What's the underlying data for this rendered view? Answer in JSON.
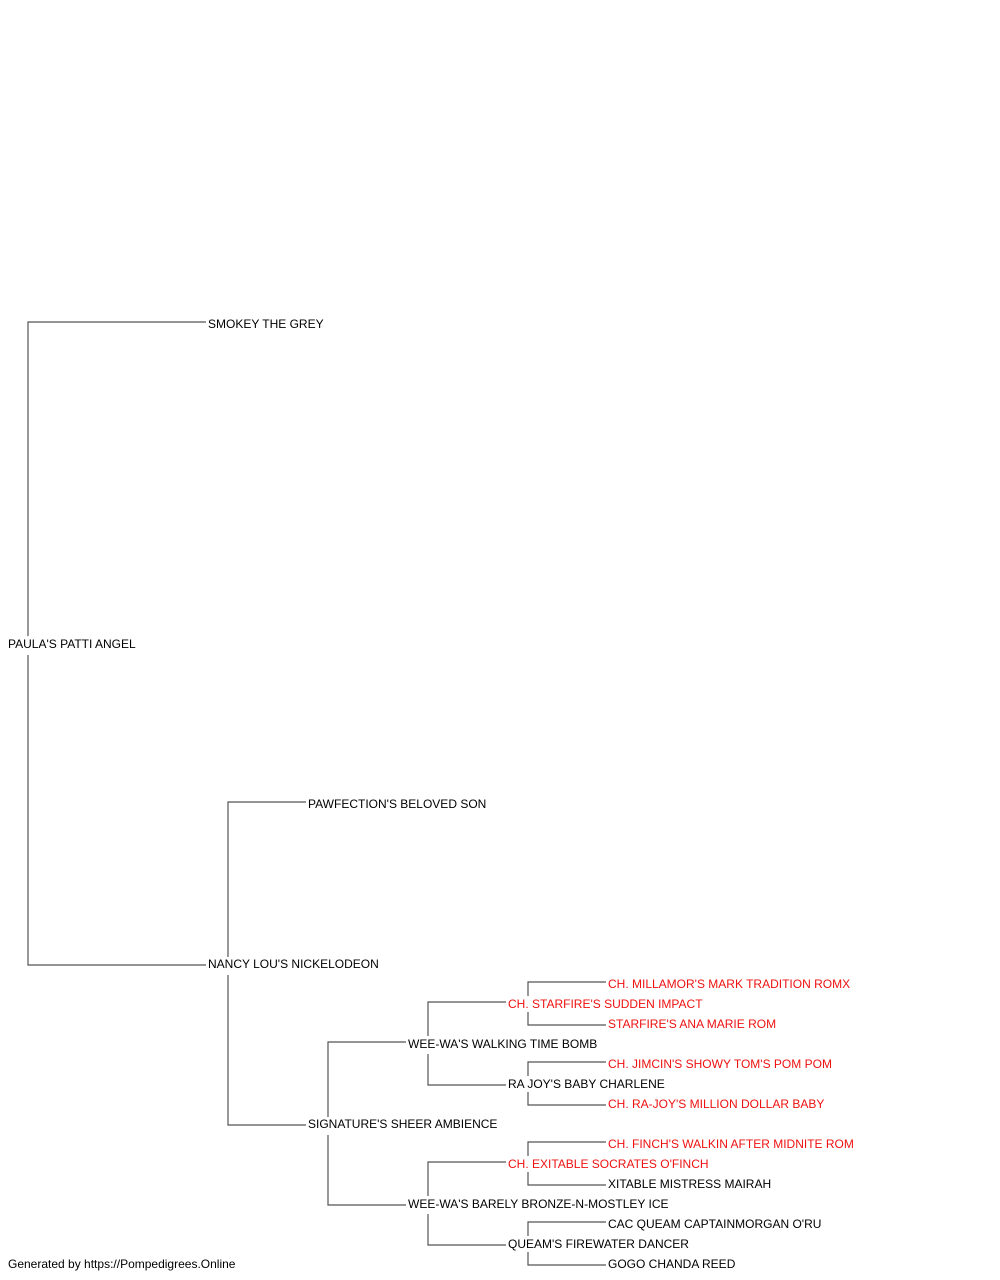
{
  "pedigree": {
    "subject": {
      "name": "PAULA'S PATTI ANGEL",
      "champion": false
    },
    "sire": {
      "name": "SMOKEY THE GREY",
      "champion": false
    },
    "dam": {
      "name": "NANCY LOU'S NICKELODEON",
      "champion": false
    },
    "dam_sire": {
      "name": "PAWFECTION'S BELOVED SON",
      "champion": false
    },
    "dam_dam": {
      "name": "SIGNATURE'S SHEER AMBIENCE",
      "champion": false
    },
    "dd_sire": {
      "name": "WEE-WA'S WALKING TIME BOMB",
      "champion": false
    },
    "dd_dam": {
      "name": "WEE-WA'S BARELY BRONZE-N-MOSTLEY ICE",
      "champion": false
    },
    "dds_sire": {
      "name": "CH. STARFIRE'S SUDDEN IMPACT",
      "champion": true
    },
    "dds_dam": {
      "name": "RA JOY'S BABY CHARLENE",
      "champion": false
    },
    "ddd_sire": {
      "name": "CH. EXITABLE SOCRATES O'FINCH",
      "champion": true
    },
    "ddd_dam": {
      "name": "QUEAM'S FIREWATER DANCER",
      "champion": false
    },
    "ddss_sire": {
      "name": "CH. MILLAMOR'S MARK TRADITION ROMX",
      "champion": true
    },
    "ddss_dam": {
      "name": "STARFIRE'S ANA MARIE ROM",
      "champion": true
    },
    "ddsd_sire": {
      "name": "CH. JIMCIN'S SHOWY TOM'S POM POM",
      "champion": true
    },
    "ddsd_dam": {
      "name": "CH. RA-JOY'S MILLION DOLLAR BABY",
      "champion": true
    },
    "ddds_sire": {
      "name": "CH. FINCH'S WALKIN AFTER MIDNITE ROM",
      "champion": true
    },
    "ddds_dam": {
      "name": "XITABLE MISTRESS MAIRAH",
      "champion": false
    },
    "dddd_sire": {
      "name": "CAC QUEAM CAPTAINMORGAN O'RU",
      "champion": false
    },
    "dddd_dam": {
      "name": "GOGO CHANDA REED",
      "champion": false
    }
  },
  "colors": {
    "line": "#555555",
    "text": "#000000",
    "champion_text": "#ee1111"
  },
  "footer": {
    "text": "Generated by https://Pompedigrees.Online"
  }
}
